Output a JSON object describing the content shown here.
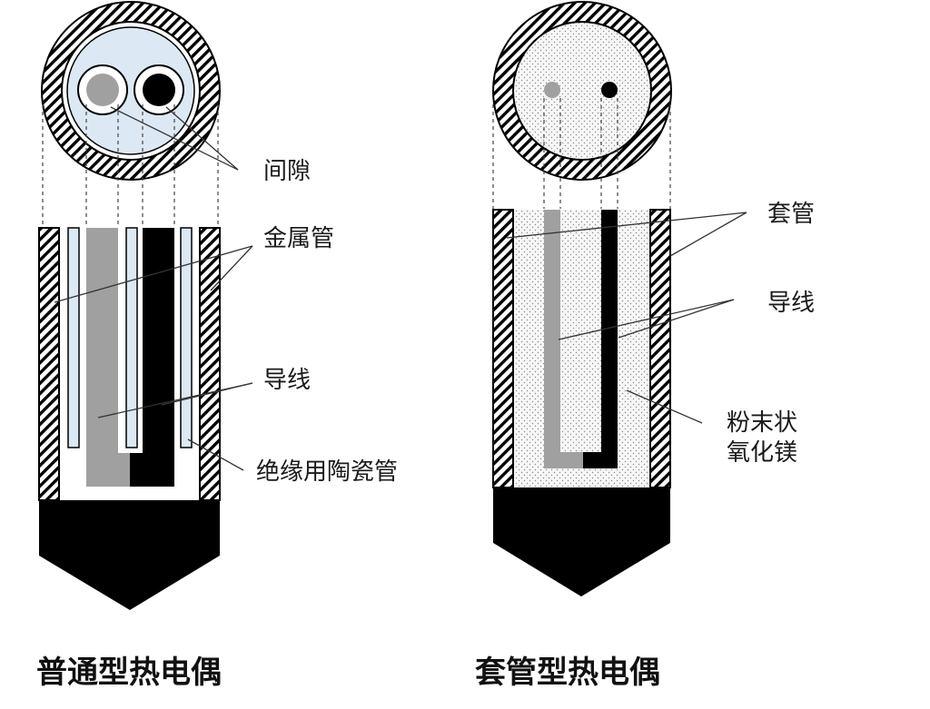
{
  "left": {
    "labels": {
      "gap": "间隙",
      "metal_tube": "金属管",
      "wire": "导线",
      "ceramic_tube": "绝缘用陶瓷管"
    },
    "caption": "普通型热电偶"
  },
  "right": {
    "labels": {
      "sheath": "套管",
      "wire": "导线",
      "mgo_line1": "粉末状",
      "mgo_line2": "氧化镁"
    },
    "caption": "套管型热电偶"
  },
  "colors": {
    "gray_wire": "#a0a0a0",
    "black_wire": "#000000",
    "insulator_fill": "#dce8f4",
    "powder_fill": "#f2f2f2"
  }
}
